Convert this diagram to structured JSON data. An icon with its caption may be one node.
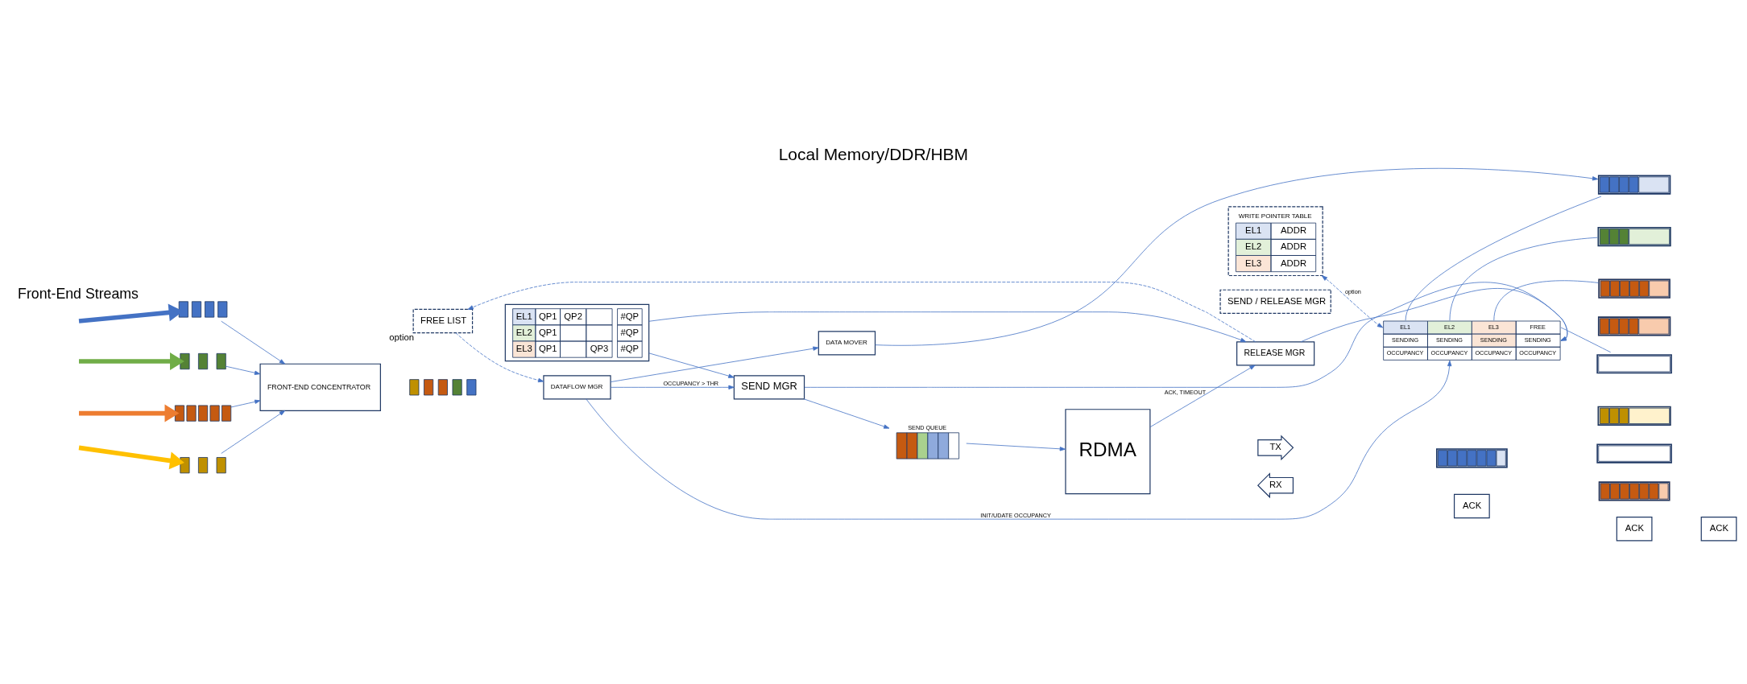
{
  "diagram": {
    "title": "Local Memory/DDR/HBM",
    "nodes": [
      {
        "text": [],
        "shape": "box"
      },
      {
        "text": [],
        "shape": "box"
      },
      {
        "text": [],
        "shape": "box"
      },
      {
        "text": [],
        "shape": "box"
      },
      {
        "text": [],
        "shape": "box"
      },
      {
        "text": [],
        "shape": "box"
      },
      {
        "text": [],
        "shape": "box"
      },
      {
        "text": [
          "FREE LIST"
        ],
        "beside": [
          "option"
        ]
      },
      {
        "text": [
          "EL1",
          "EL2",
          "EL3",
          "FREE",
          "SENDING",
          "SENDING",
          "SENDING",
          "SENDING",
          "OCCUPANCY",
          "OCCUPANCY",
          "OCCUPANCY",
          "OCCUPANCY"
        ]
      },
      {
        "text": [
          "SEND / RELEASE MGR"
        ]
      },
      {
        "text": [
          "RELEASE MGR"
        ]
      },
      {
        "text": [
          "DATA MOVER"
        ]
      },
      {
        "text": [],
        "shape": "box"
      },
      {
        "text": [],
        "shape": "box"
      },
      {
        "text": [],
        "shape": "box"
      },
      {
        "text": [],
        "shape": "box"
      },
      {
        "text": [
          "FRONT-END CONCENTRATOR"
        ]
      },
      {
        "text": [],
        "shape": "box"
      },
      {
        "text": [
          "DATAFLOW MGR"
        ]
      },
      {
        "text": [
          "SEND MGR"
        ]
      },
      {
        "text": [
          "SEND QUEUE"
        ]
      },
      {
        "text": [
          "RDMA"
        ]
      },
      {
        "text": [
          "RX"
        ]
      },
      {
        "text": [
          "TX"
        ]
      },
      {
        "text": [
          "ACK"
        ]
      },
      {
        "text": [
          "ACK"
        ]
      },
      {
        "text": [
          "ACK"
        ]
      },
      {
        "text": [],
        "shape": "box"
      },
      {
        "text": [],
        "shape": "box"
      },
      {
        "text": [
          "WRITE POINTER TABLE",
          "EL1",
          "ADDR",
          "EL2",
          "ADDR",
          "EL3",
          "ADDR"
        ]
      },
      {
        "text": [
          "EL1",
          "QP1",
          "QP2",
          "#QP",
          "EL2",
          "QP1",
          "#QP",
          "EL3",
          "QP1",
          "QP3",
          "#QP"
        ]
      }
    ],
    "edges": [
      {
        "from": null,
        "to": 12,
        "arrow": "to",
        "style": "thick",
        "color": "#4472c4"
      },
      {
        "from": null,
        "to": 13,
        "arrow": "to",
        "style": "thick",
        "color": "#70ad47"
      },
      {
        "from": null,
        "to": 14,
        "arrow": "to",
        "style": "thick",
        "color": "#ed7d31"
      },
      {
        "from": null,
        "to": 15,
        "arrow": "to",
        "style": "thick",
        "color": "#ffc000"
      },
      {
        "from": 12,
        "to": 16,
        "arrow": "to"
      },
      {
        "from": 13,
        "to": 16,
        "arrow": "to"
      },
      {
        "from": 14,
        "to": 16,
        "arrow": "to"
      },
      {
        "from": 15,
        "to": 16,
        "arrow": "to"
      },
      {
        "from": 18,
        "to": 11,
        "arrow": "to"
      },
      {
        "from": 11,
        "to": 0,
        "arrow": "to"
      },
      {
        "from": 8,
        "to": 0,
        "arrow": "none"
      },
      {
        "from": 8,
        "to": 1,
        "arrow": "none"
      },
      {
        "from": 8,
        "to": 2,
        "arrow": "none"
      },
      {
        "from": 8,
        "to": 3,
        "arrow": "none"
      },
      {
        "from": 7,
        "to": 18,
        "arrow": "to",
        "style": "dashed"
      },
      {
        "from": 10,
        "to": 7,
        "arrow": "to",
        "style": "dashed"
      },
      {
        "from": 18,
        "to": 19,
        "arrow": "to",
        "label": "OCCUPANCY > THR"
      },
      {
        "from": 18,
        "to": 8,
        "arrow": "to",
        "label": "INIT/UDATE OCCUPANCY"
      },
      {
        "from": 29,
        "to": 8,
        "arrow": "both",
        "label": "option",
        "style": "dashed"
      },
      {
        "from": 10,
        "to": 8,
        "arrow": "to"
      },
      {
        "from": 19,
        "to": 8,
        "arrow": "to"
      },
      {
        "from": 30,
        "to": 19,
        "arrow": "to"
      },
      {
        "from": 30,
        "to": 10,
        "arrow": "to"
      },
      {
        "from": 19,
        "to": 20,
        "arrow": "to"
      },
      {
        "from": 20,
        "to": 21,
        "arrow": "to"
      },
      {
        "from": 21,
        "to": 10,
        "arrow": "to",
        "label": "ACK, TIMEOUT"
      }
    ],
    "labels": [
      "Front-End Streams"
    ]
  }
}
